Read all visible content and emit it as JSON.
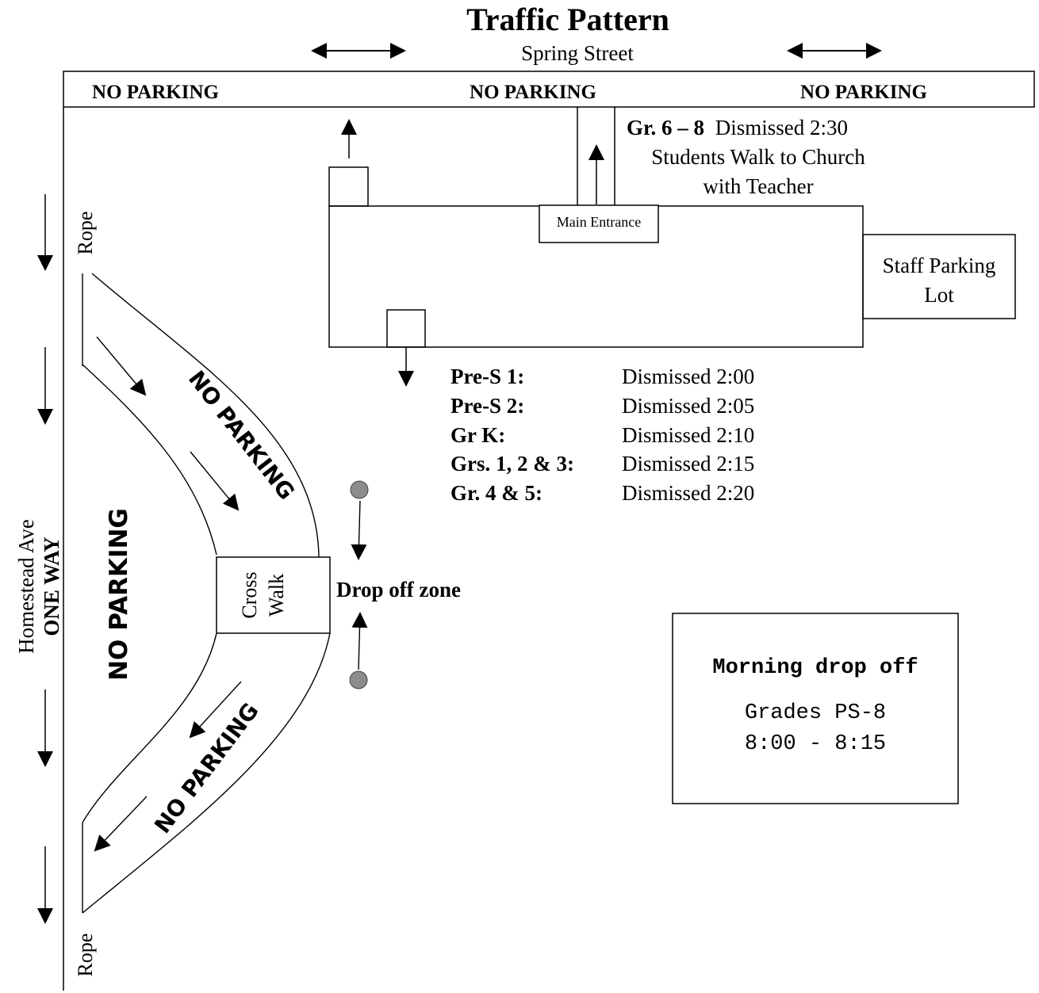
{
  "title": "Traffic Pattern",
  "street_top": {
    "name": "Spring Street",
    "no_parking": [
      "NO PARKING",
      "NO PARKING",
      "NO PARKING"
    ]
  },
  "street_left": {
    "name": "Homestead Ave",
    "direction": "ONE WAY"
  },
  "rope_label": "Rope",
  "main_entrance": "Main Entrance",
  "staff_parking": [
    "Staff Parking",
    "Lot"
  ],
  "upper_grades": {
    "grades": "Gr. 6 – 8",
    "time": "Dismissed  2:30",
    "line2": "Students Walk to Church",
    "line3": "with Teacher"
  },
  "dismissal": [
    {
      "group": "Pre-S 1:",
      "time": "Dismissed 2:00"
    },
    {
      "group": "Pre-S 2:",
      "time": "Dismissed 2:05"
    },
    {
      "group": "Gr K:",
      "time": "Dismissed 2:10"
    },
    {
      "group": "Grs. 1, 2 & 3:",
      "time": "Dismissed 2:15"
    },
    {
      "group": "Gr. 4 & 5:",
      "time": "Dismissed 2:20"
    }
  ],
  "driveway_no_parking": "NO PARKING",
  "crosswalk": [
    "Cross",
    "Walk"
  ],
  "drop_off_zone": "Drop off zone",
  "morning": {
    "title": "Morning drop off",
    "grades": "Grades PS-8",
    "time": "8:00 - 8:15"
  },
  "colors": {
    "line": "#000000",
    "marker": "#8c8c8c"
  }
}
